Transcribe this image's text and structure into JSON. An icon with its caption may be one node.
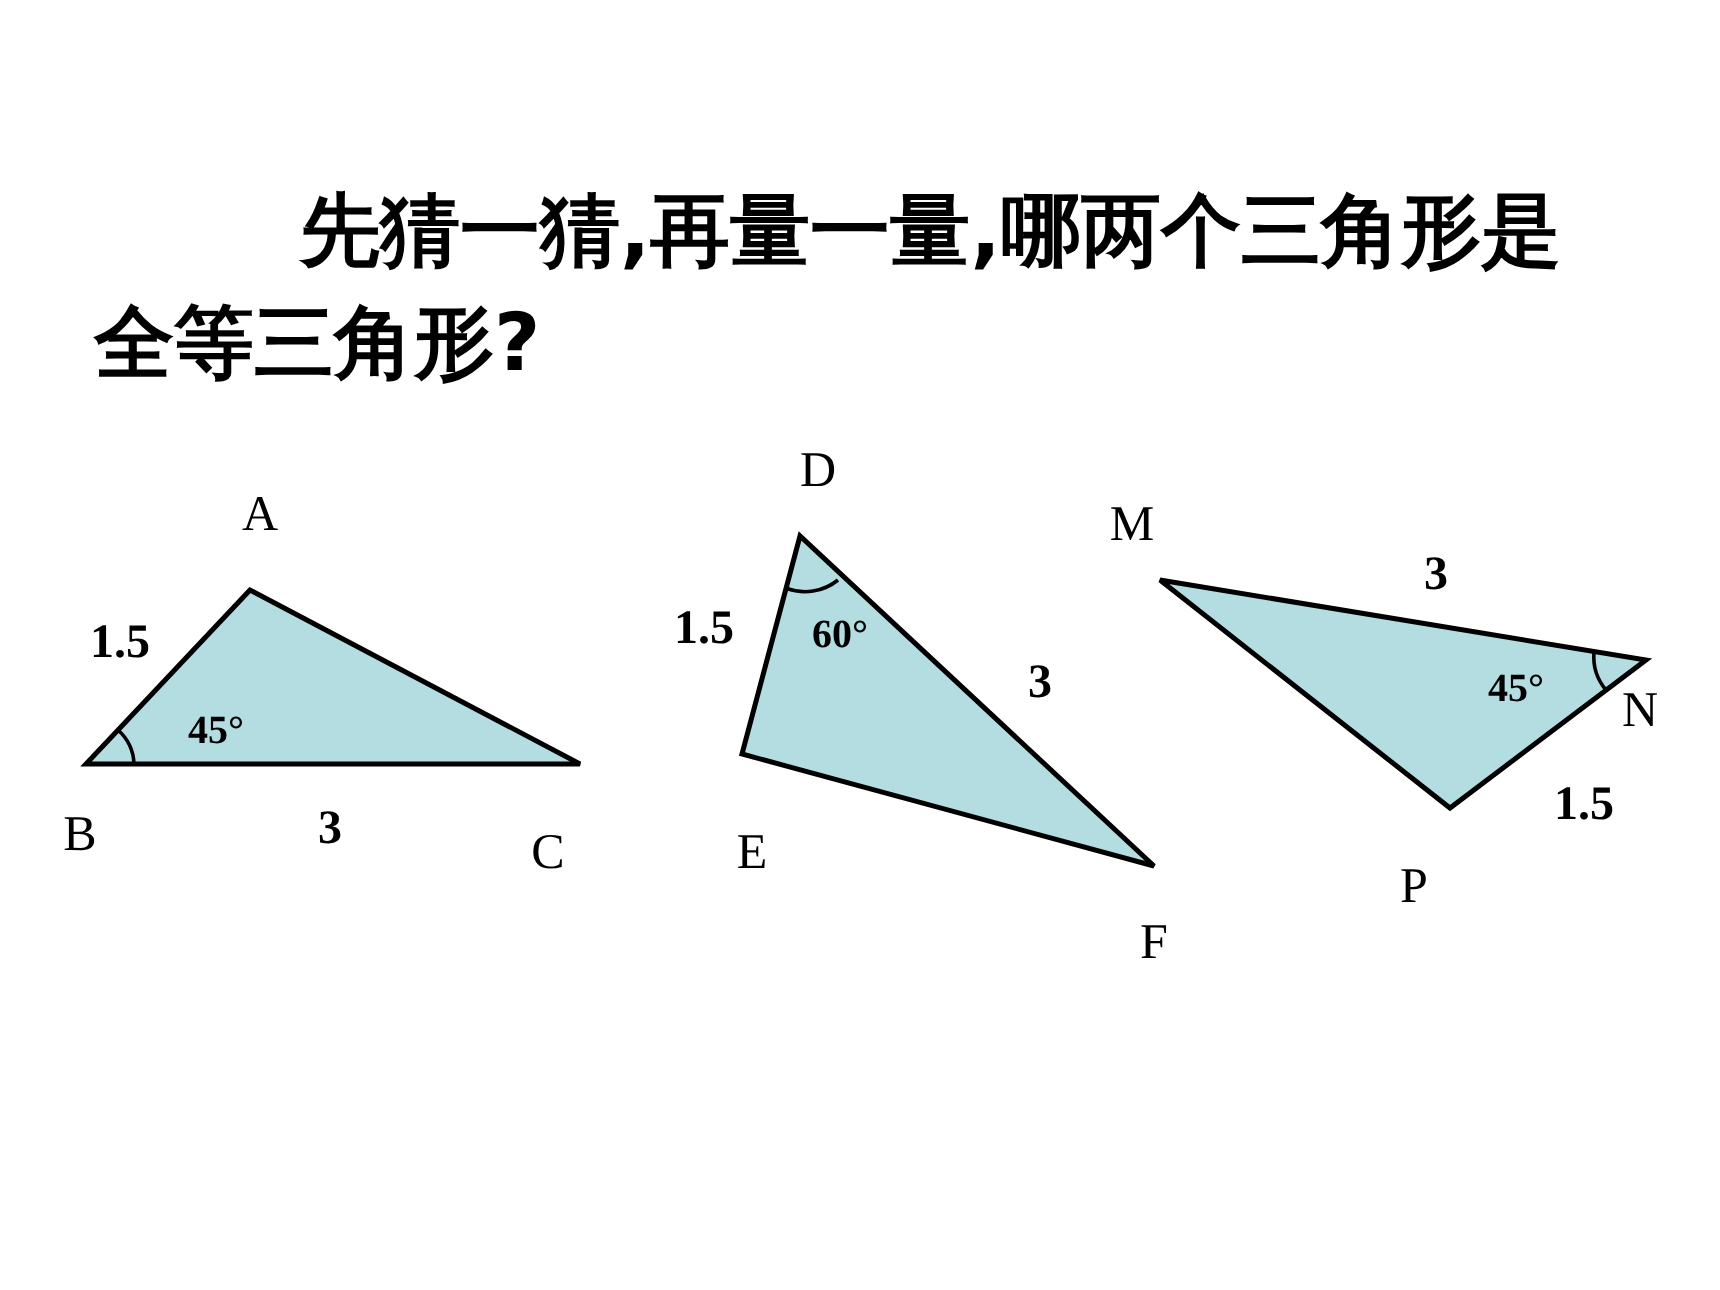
{
  "diagram": {
    "title": "先猜一猜,再量一量,哪两个三角形是全等三角形?",
    "labels": [
      "A",
      "1.5",
      "45°",
      "B",
      "3",
      "C",
      "D",
      "1.5",
      "60°",
      "3",
      "E",
      "F",
      "M",
      "3",
      "45°",
      "N",
      "P",
      "1.5"
    ]
  }
}
